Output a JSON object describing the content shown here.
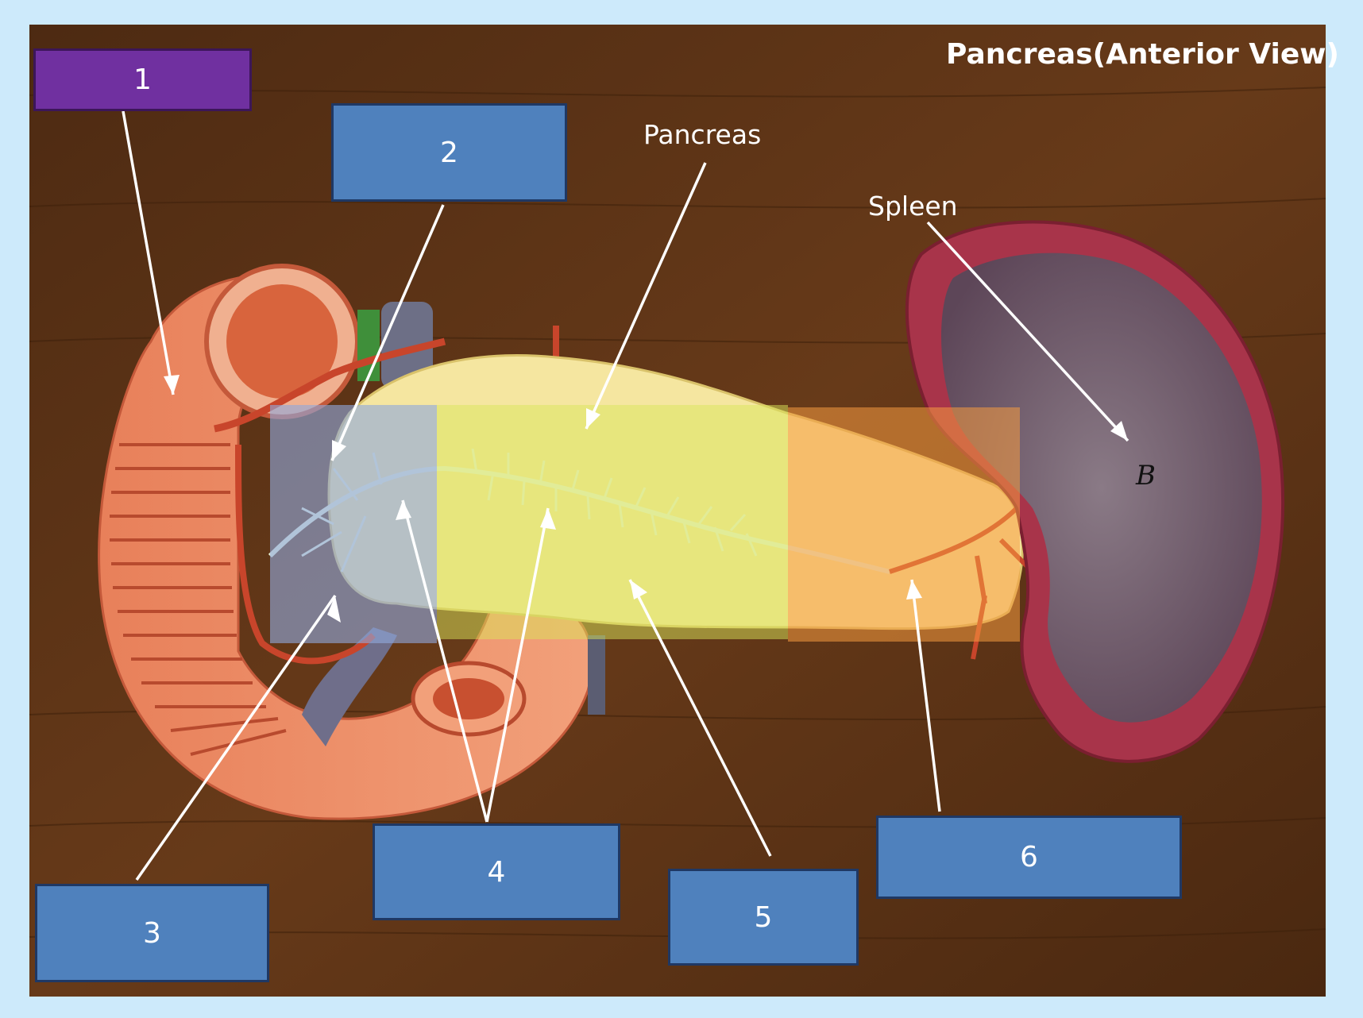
{
  "title": "Pancreas(Anterior View)",
  "text_labels": {
    "pancreas": "Pancreas",
    "spleen": "Spleen"
  },
  "spleen_mark": "B",
  "boxes": [
    {
      "id": "1",
      "label": "1",
      "fill": "#7030a0"
    },
    {
      "id": "2",
      "label": "2",
      "fill": "#4f81bd"
    },
    {
      "id": "3",
      "label": "3",
      "fill": "#4f81bd"
    },
    {
      "id": "4",
      "label": "4",
      "fill": "#4f81bd"
    },
    {
      "id": "5",
      "label": "5",
      "fill": "#4f81bd"
    },
    {
      "id": "6",
      "label": "6",
      "fill": "#4f81bd"
    }
  ],
  "colors": {
    "frame_background": "#cdeafb",
    "wood": "#5e3416",
    "region_blue": "#8fa8dc",
    "region_yellow": "#d9e65a",
    "region_orange": "#f59a40",
    "leader_line": "#ffffff"
  }
}
